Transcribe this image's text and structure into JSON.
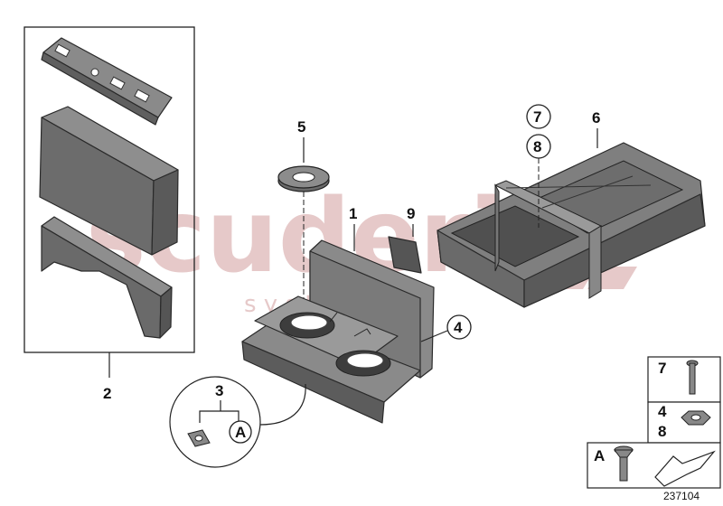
{
  "diagram": {
    "callouts": {
      "p1": "1",
      "p2": "2",
      "p3": "3",
      "p4": "4",
      "p5": "5",
      "p6": "6",
      "p7": "7",
      "p8": "8",
      "p9": "9",
      "detailA": "A"
    },
    "legend": {
      "row1": "7",
      "row2a": "4",
      "row2b": "8",
      "row3": "A"
    },
    "watermark": {
      "brand": "scuderia",
      "tagline": "s y s t e m s"
    },
    "reference_number": "237104"
  }
}
